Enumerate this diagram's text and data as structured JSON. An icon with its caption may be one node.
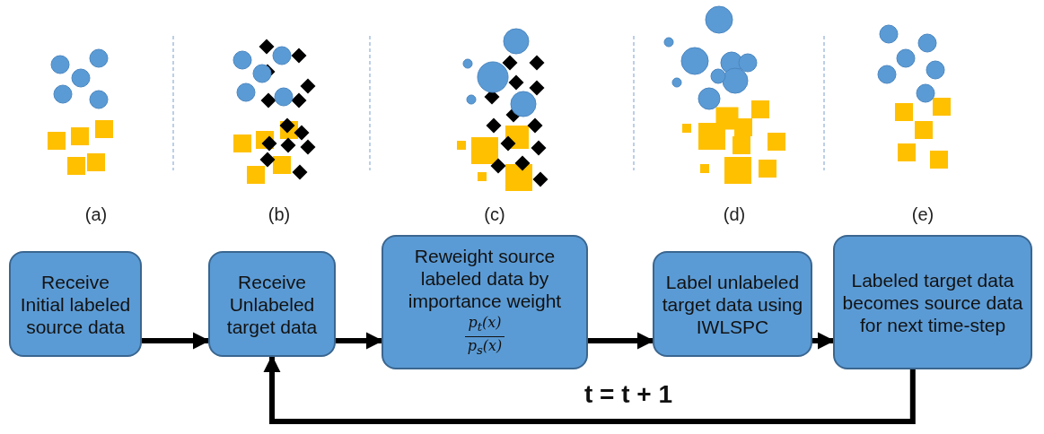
{
  "diagram": {
    "nodes": [
      {
        "text": [
          "Receive Initial labeled source data"
        ]
      },
      {
        "text": [
          "Receive Unlabeled target data"
        ]
      },
      {
        "text": [
          "Reweight source labeled data by importance weight",
          "p$_{t}$(x)",
          "p$_{s}$(x)"
        ]
      },
      {
        "text": [
          "Label unlabeled target data using IWLSPC"
        ]
      },
      {
        "text": [
          "Labeled target data becomes source data for next time-step"
        ]
      }
    ],
    "edges": [
      {
        "from": 0,
        "to": 1,
        "arrow": "to"
      },
      {
        "from": 1,
        "to": 2,
        "arrow": "to"
      },
      {
        "from": 2,
        "to": 3,
        "arrow": "to"
      },
      {
        "from": 3,
        "to": 4,
        "arrow": "to"
      },
      {
        "from": 4,
        "to": 1,
        "arrow": "to",
        "label": "t = t + 1"
      }
    ],
    "labels": [
      "(a)",
      "(b)",
      "(c)",
      "(d)",
      "(e)"
    ]
  }
}
